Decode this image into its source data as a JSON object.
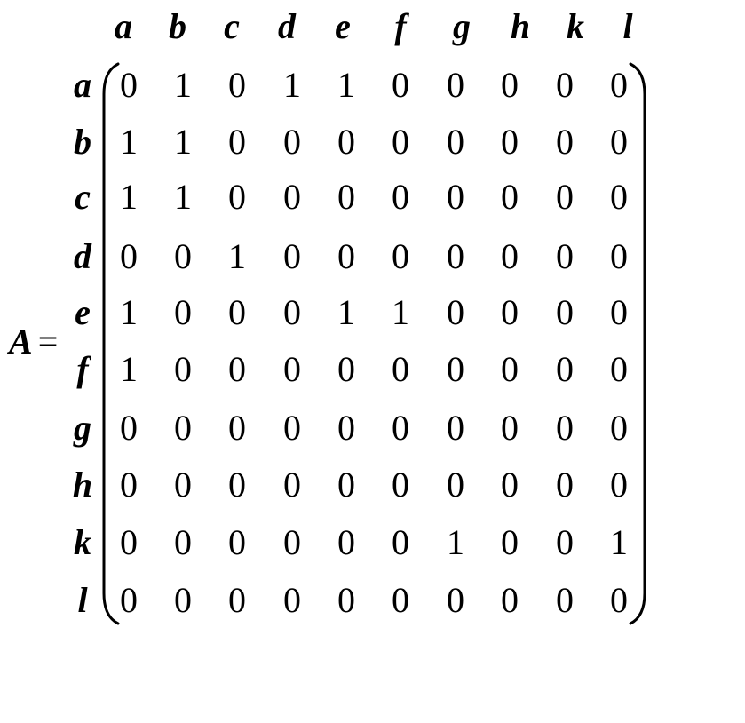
{
  "matrix": {
    "symbol": "A",
    "equals": "=",
    "column_labels": [
      "a",
      "b",
      "c",
      "d",
      "e",
      "f",
      "g",
      "h",
      "k",
      "l"
    ],
    "row_labels": [
      "a",
      "b",
      "c",
      "d",
      "e",
      "f",
      "g",
      "h",
      "k",
      "l"
    ],
    "rows": [
      [
        "0",
        "1",
        "0",
        "1",
        "1",
        "0",
        "0",
        "0",
        "0",
        "0"
      ],
      [
        "1",
        "1",
        "0",
        "0",
        "0",
        "0",
        "0",
        "0",
        "0",
        "0"
      ],
      [
        "1",
        "1",
        "0",
        "0",
        "0",
        "0",
        "0",
        "0",
        "0",
        "0"
      ],
      [
        "0",
        "0",
        "1",
        "0",
        "0",
        "0",
        "0",
        "0",
        "0",
        "0"
      ],
      [
        "1",
        "0",
        "0",
        "0",
        "1",
        "1",
        "0",
        "0",
        "0",
        "0"
      ],
      [
        "1",
        "0",
        "0",
        "0",
        "0",
        "0",
        "0",
        "0",
        "0",
        "0"
      ],
      [
        "0",
        "0",
        "0",
        "0",
        "0",
        "0",
        "0",
        "0",
        "0",
        "0"
      ],
      [
        "0",
        "0",
        "0",
        "0",
        "0",
        "0",
        "0",
        "0",
        "0",
        "0"
      ],
      [
        "0",
        "0",
        "0",
        "0",
        "0",
        "0",
        "1",
        "0",
        "0",
        "1"
      ],
      [
        "0",
        "0",
        "0",
        "0",
        "0",
        "0",
        "0",
        "0",
        "0",
        "0"
      ]
    ]
  }
}
